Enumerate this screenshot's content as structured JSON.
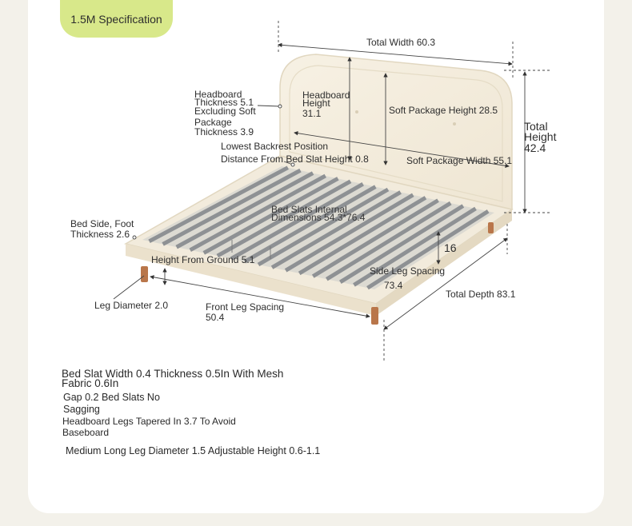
{
  "header": {
    "spec_label": "1.5M Specification"
  },
  "dimensions": {
    "total_width": "Total Width 60.3",
    "headboard_thickness": [
      "Headboard",
      "Thickness 5.1",
      "Excluding Soft",
      "Package",
      "Thickness 3.9"
    ],
    "headboard_height": [
      "Headboard",
      "Height",
      "31.1"
    ],
    "soft_package_height": "Soft Package Height 28.5",
    "total_height": [
      "Total",
      "Height",
      "42.4"
    ],
    "backrest_position": [
      "Lowest Backrest Position",
      "Distance From Bed Slat Height 0.8"
    ],
    "soft_package_width": "Soft Package Width 55.1",
    "bed_slats_internal": [
      "Bed Slats Internal",
      "Dimensions 54.3*76.4"
    ],
    "bed_side_foot": [
      "Bed Side, Foot",
      "Thickness 2.6"
    ],
    "height_from_ground": "Height From Ground 5.1",
    "sixteen": "16",
    "side_leg_spacing": [
      "Side Leg Spacing",
      "73.4"
    ],
    "total_depth": "Total Depth 83.1",
    "leg_diameter": "Leg Diameter 2.0",
    "front_leg_spacing": [
      "Front Leg Spacing",
      "50.4"
    ]
  },
  "notes": {
    "slat_width": [
      "Bed Slat Width 0.4 Thickness 0.5In With Mesh",
      "Fabric 0.6In"
    ],
    "gap": [
      "Gap 0.2 Bed Slats No",
      "Sagging"
    ],
    "legs_tapered": [
      "Headboard Legs Tapered In 3.7 To Avoid",
      "Baseboard"
    ],
    "medium_leg": "Medium Long Leg Diameter 1.5 Adjustable Height 0.6-1.1"
  },
  "colors": {
    "page_bg": "#f3f1ea",
    "card_bg": "#ffffff",
    "pill_bg": "#d8e88a",
    "upholstery": "#f2ebdc",
    "slat": "#8e9194",
    "leg": "#b9764a"
  }
}
